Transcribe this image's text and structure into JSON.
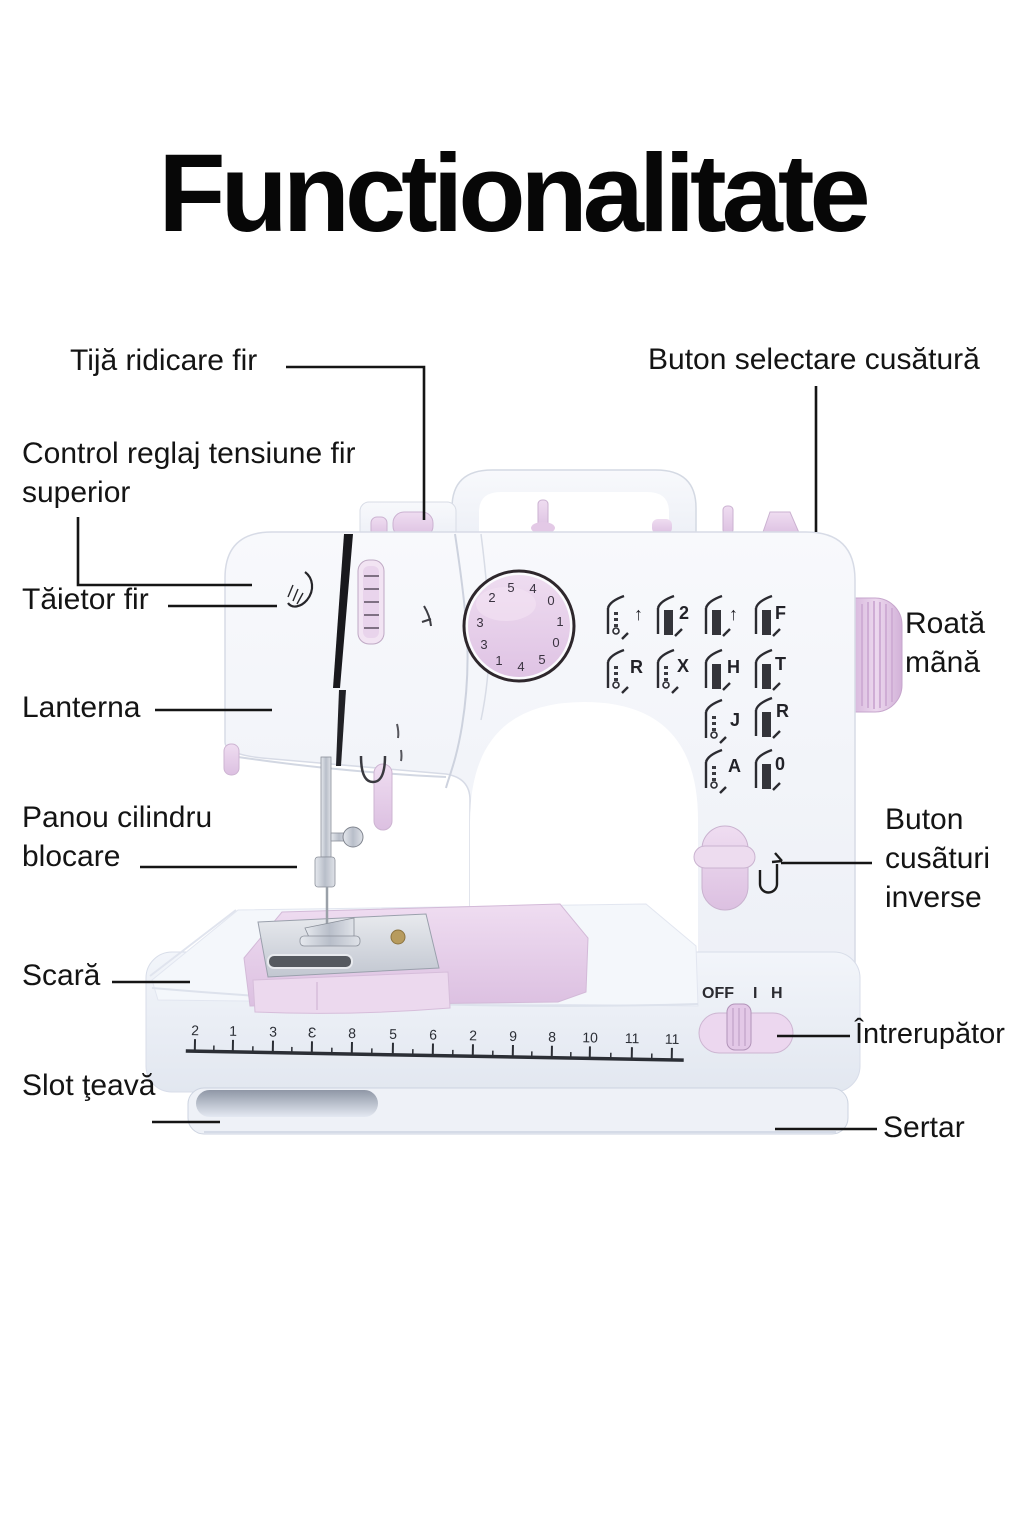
{
  "title": "Functionalitate",
  "labels": {
    "tija": {
      "lines": [
        "Tijă ridicare fir"
      ]
    },
    "control": {
      "lines": [
        "Control reglaj tensiune fir",
        "superior"
      ]
    },
    "taietor": {
      "lines": [
        "Tăietor fir"
      ]
    },
    "lanterna": {
      "lines": [
        "Lanterna"
      ]
    },
    "panou": {
      "lines": [
        "Panou cilindru",
        "blocare"
      ]
    },
    "scara": {
      "lines": [
        "Scară"
      ]
    },
    "slot": {
      "lines": [
        "Slot ţeavă"
      ]
    },
    "selectare": {
      "lines": [
        "Buton selectare cusătură"
      ]
    },
    "roata": {
      "lines": [
        "Roată",
        "mãnă"
      ]
    },
    "inverse": {
      "lines": [
        "Buton",
        "cusãturi",
        "inverse"
      ]
    },
    "intrerupator": {
      "lines": [
        "Întrerupător"
      ]
    },
    "sertar": {
      "lines": [
        "Sertar"
      ]
    }
  },
  "machine": {
    "power_switch_labels": [
      "OFF",
      "I",
      "H"
    ],
    "ruler_marks": [
      "2",
      "1",
      "3",
      "Ɛ",
      "8",
      "5",
      "6",
      "2",
      "9",
      "8",
      "10",
      "11",
      "11"
    ],
    "stitch_letters": {
      "row1": [
        "↑",
        "2",
        "↑",
        "F"
      ],
      "row2": [
        "R",
        "X",
        "H",
        "T"
      ],
      "row3": [
        "J",
        "R"
      ],
      "row4": [
        "A",
        "0"
      ]
    },
    "dial_digits": [
      "2",
      "5",
      "4",
      "0",
      "1",
      "0",
      "5",
      "4",
      "1",
      "3",
      "3"
    ]
  },
  "colors": {
    "accent_pink": "#e7cde9",
    "body_white": "#f2f4f9",
    "ink": "#141414"
  }
}
